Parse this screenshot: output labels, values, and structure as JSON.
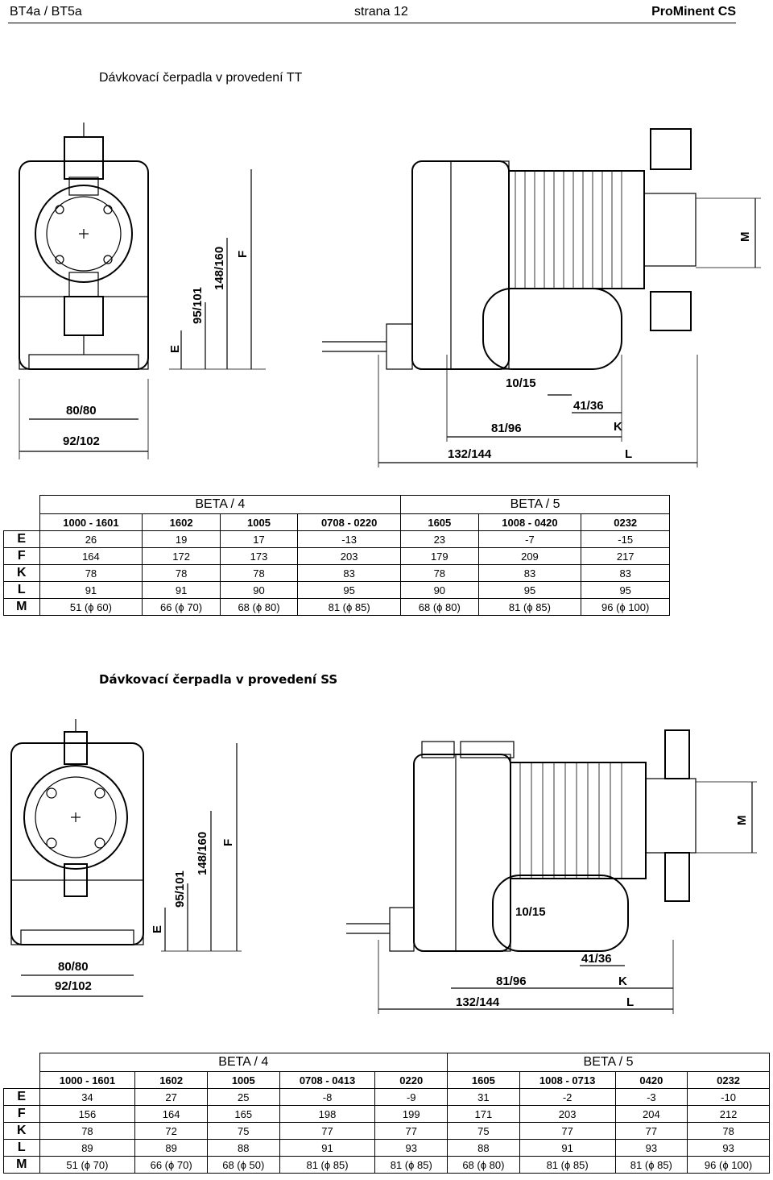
{
  "header": {
    "left": "BT4a / BT5a",
    "center": "strana 12",
    "right": "ProMinent CS"
  },
  "tt": {
    "title": "Dávkovací čerpadla v provedení TT",
    "dims": {
      "d1": "148/160",
      "d2": "95/101",
      "d3": "F",
      "d4": "E",
      "d5": "80/80",
      "d6": "92/102",
      "d7": "M",
      "d8": "10/15",
      "d9": "41/36",
      "d10": "81/96",
      "d11": "K",
      "d12": "132/144",
      "d13": "L"
    },
    "groups": [
      "BETA / 4",
      "BETA / 5"
    ],
    "models": [
      "1000 - 1601",
      "1602",
      "1005",
      "0708 - 0220",
      "1605",
      "1008 - 0420",
      "0232"
    ],
    "rows": [
      {
        "label": "E",
        "values": [
          "26",
          "19",
          "17",
          "-13",
          "23",
          "-7",
          "-15"
        ]
      },
      {
        "label": "F",
        "values": [
          "164",
          "172",
          "173",
          "203",
          "179",
          "209",
          "217"
        ]
      },
      {
        "label": "K",
        "values": [
          "78",
          "78",
          "78",
          "83",
          "78",
          "83",
          "83"
        ]
      },
      {
        "label": "L",
        "values": [
          "91",
          "91",
          "90",
          "95",
          "90",
          "95",
          "95"
        ]
      },
      {
        "label": "M",
        "values": [
          "51 (ϕ 60)",
          "66 (ϕ 70)",
          "68 (ϕ 80)",
          "81 (ϕ 85)",
          "68 (ϕ 80)",
          "81 (ϕ 85)",
          "96 (ϕ 100)"
        ]
      }
    ]
  },
  "ss": {
    "title": "Dávkovací čerpadla v provedení SS",
    "dims": {
      "d1": "148/160",
      "d2": "95/101",
      "d3": "F",
      "d4": "E",
      "d5": "80/80",
      "d6": "92/102",
      "d7": "M",
      "d8": "10/15",
      "d9": "41/36",
      "d10": "81/96",
      "d11": "K",
      "d12": "132/144",
      "d13": "L"
    },
    "groups": [
      "BETA / 4",
      "BETA / 5"
    ],
    "models": [
      "1000 - 1601",
      "1602",
      "1005",
      "0708 - 0413",
      "0220",
      "1605",
      "1008 - 0713",
      "0420",
      "0232"
    ],
    "rows": [
      {
        "label": "E",
        "values": [
          "34",
          "27",
          "25",
          "-8",
          "-9",
          "31",
          "-2",
          "-3",
          "-10"
        ]
      },
      {
        "label": "F",
        "values": [
          "156",
          "164",
          "165",
          "198",
          "199",
          "171",
          "203",
          "204",
          "212"
        ]
      },
      {
        "label": "K",
        "values": [
          "78",
          "72",
          "75",
          "77",
          "77",
          "75",
          "77",
          "77",
          "78"
        ]
      },
      {
        "label": "L",
        "values": [
          "89",
          "89",
          "88",
          "91",
          "93",
          "88",
          "91",
          "93",
          "93"
        ]
      },
      {
        "label": "M",
        "values": [
          "51 (ϕ 70)",
          "66 (ϕ 70)",
          "68 (ϕ 50)",
          "81 (ϕ 85)",
          "81 (ϕ 85)",
          "68 (ϕ 80)",
          "81 (ϕ 85)",
          "81 (ϕ 85)",
          "96 (ϕ 100)"
        ]
      }
    ]
  }
}
